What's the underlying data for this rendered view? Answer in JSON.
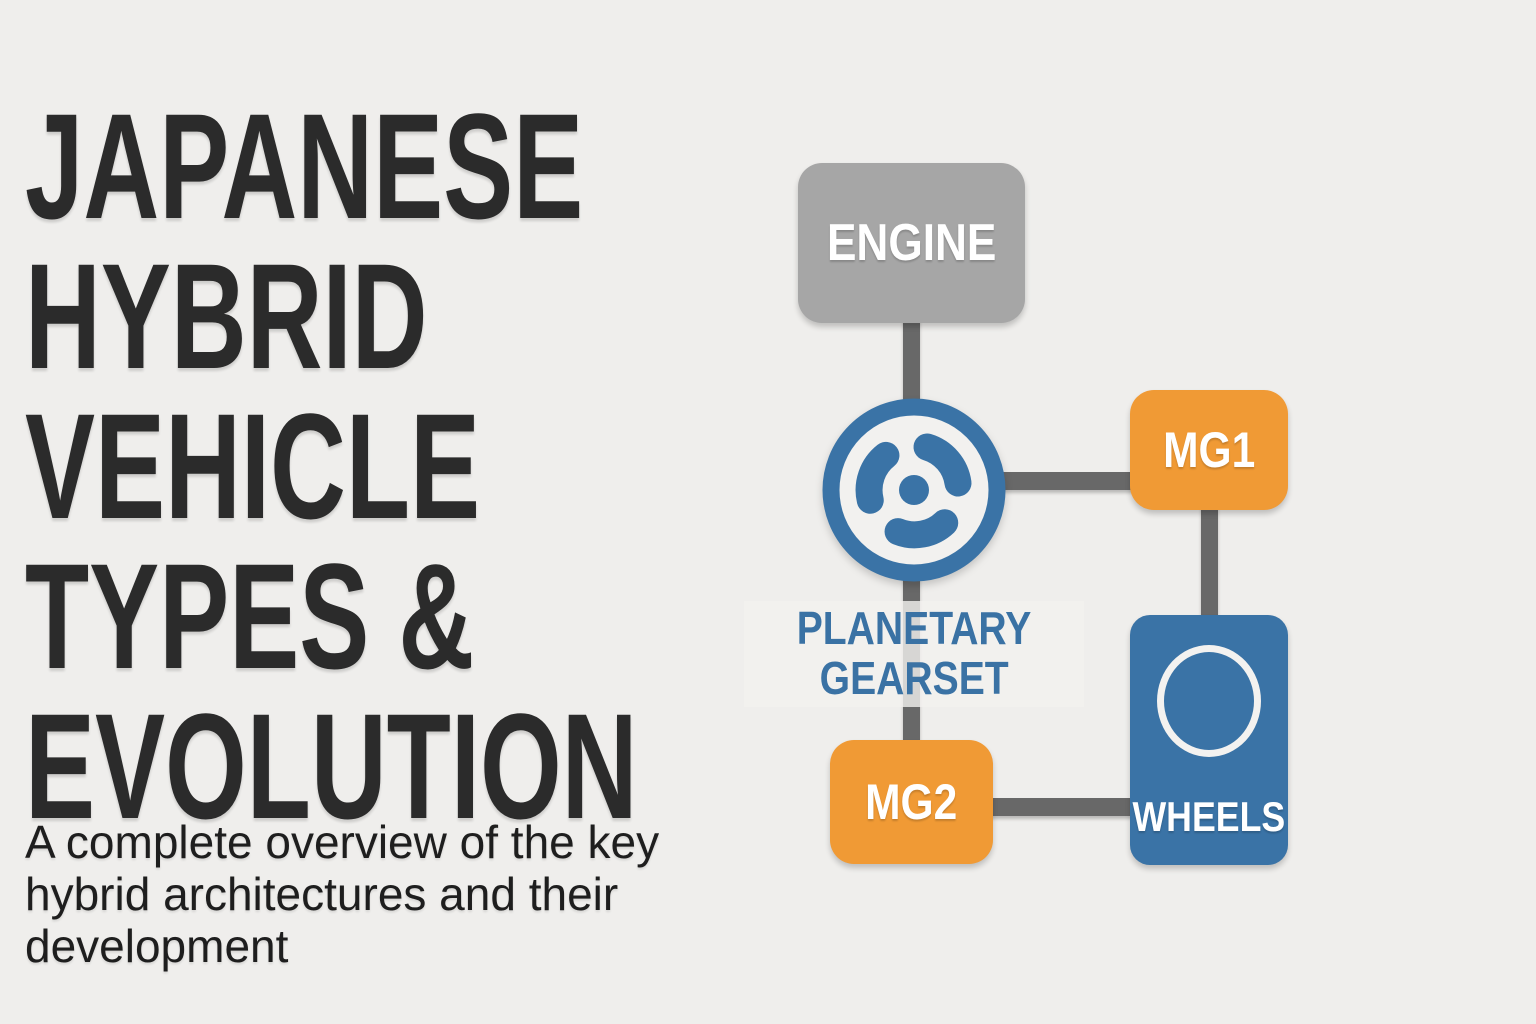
{
  "page": {
    "background_color": "#efeeec"
  },
  "header": {
    "title_lines": [
      "JAPANESE",
      "HYBRID",
      "VEHICLE",
      "TYPES &",
      "EVOLUTION"
    ],
    "title_color": "#2b2b2b",
    "subtitle_lines": [
      "A complete overview of the key",
      "hybrid architectures and their",
      "development"
    ]
  },
  "diagram": {
    "engine": {
      "label": "ENGINE",
      "color": "#a6a6a6"
    },
    "mg1": {
      "label": "MG1",
      "color": "#f09a35"
    },
    "mg2": {
      "label": "MG2",
      "color": "#f09a35"
    },
    "wheels": {
      "label": "WHEELS",
      "color": "#3a73a6"
    },
    "gearset": {
      "label_line1": "PLANETARY",
      "label_line2": "GEARSET",
      "color": "#3a72a4"
    },
    "icons": {
      "gearset": "turbine-swirl-icon",
      "wheels": "circle-outline-icon"
    },
    "connector_color": "#686868",
    "connections": [
      "engine-gearset",
      "gearset-mg1",
      "gearset-mg2",
      "mg1-wheels",
      "mg2-wheels"
    ]
  }
}
